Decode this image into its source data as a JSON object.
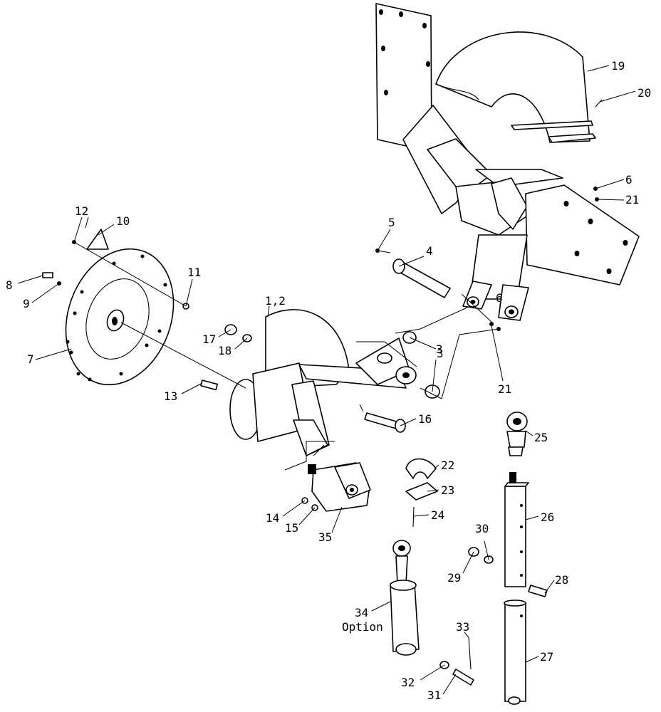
{
  "callouts": {
    "c12": "12",
    "c10": "10",
    "c8": "8",
    "c9": "9",
    "c11": "11",
    "c7": "7",
    "c5": "5",
    "c4": "4",
    "c12b": "1,2",
    "c17": "17",
    "c18": "18",
    "c13": "13",
    "c3a": "3",
    "c3b": "3",
    "c6a": "6",
    "c21a": "21",
    "c6b": "6",
    "c21b": "21",
    "c19": "19",
    "c20": "20",
    "c16": "16",
    "c25": "25",
    "c22": "22",
    "c23": "23",
    "c24": "24",
    "c14": "14",
    "c15": "15",
    "c35": "35",
    "c26": "26",
    "c30": "30",
    "c29": "29",
    "c28": "28",
    "c34": "34",
    "option": "Option",
    "c33": "33",
    "c27": "27",
    "c32": "32",
    "c31": "31"
  }
}
